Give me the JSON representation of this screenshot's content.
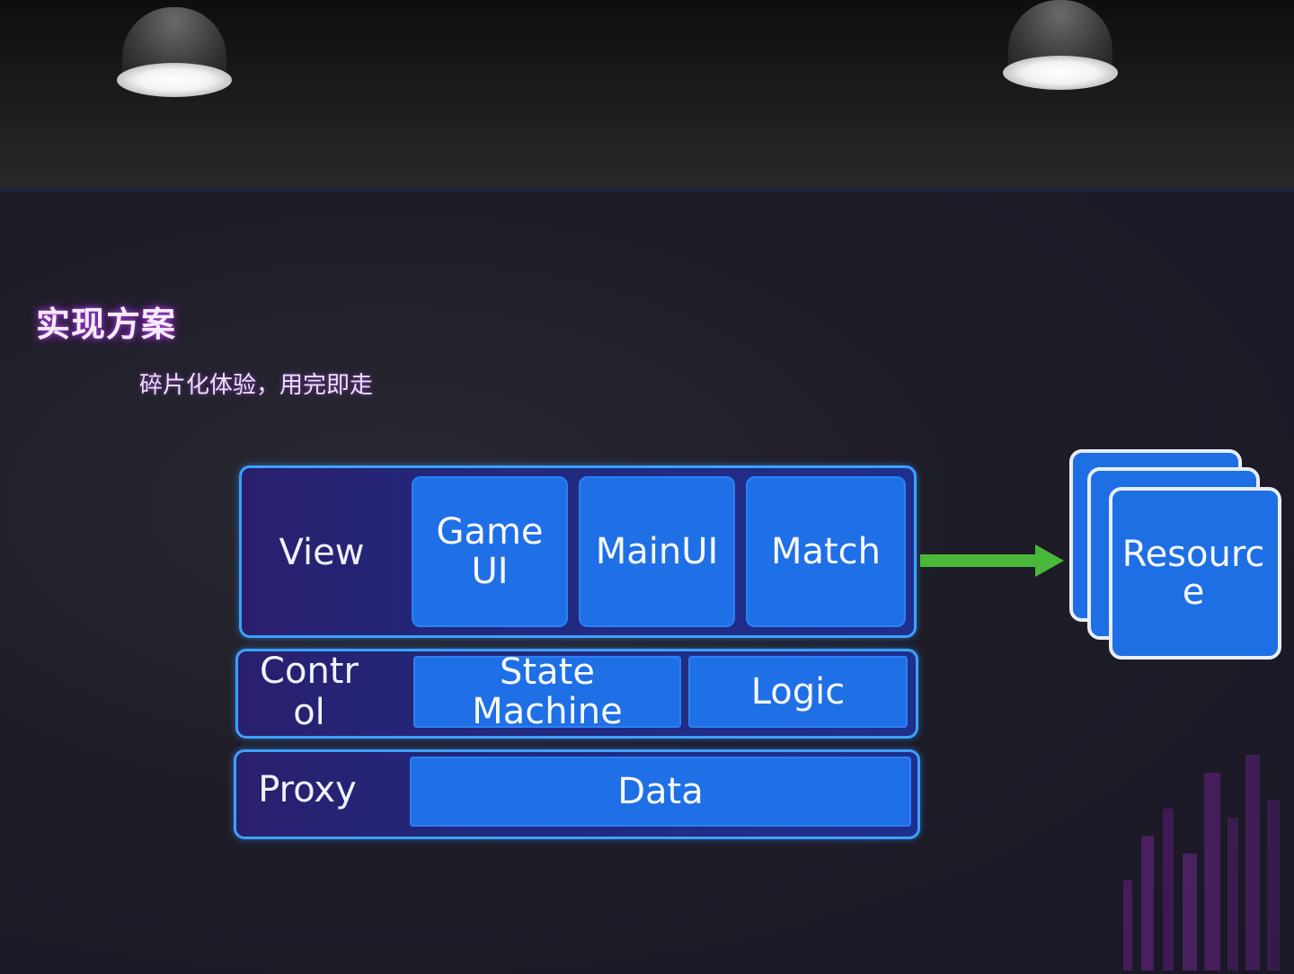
{
  "slide": {
    "title": "实现方案",
    "subtitle": "碎片化体验，用完即走"
  },
  "diagram": {
    "view_layer": {
      "label": "View",
      "blocks": [
        {
          "line1": "Game",
          "line2": "UI"
        },
        {
          "line1": "MainUI",
          "line2": ""
        },
        {
          "line1": "Match",
          "line2": ""
        }
      ]
    },
    "control_layer": {
      "label_line1": "Contr",
      "label_line2": "ol",
      "blocks": [
        {
          "line1": "State",
          "line2": "Machine"
        },
        {
          "line1": "Logic",
          "line2": ""
        }
      ]
    },
    "proxy_layer": {
      "label": "Proxy",
      "blocks": [
        {
          "line1": "Data",
          "line2": ""
        }
      ]
    },
    "resource": {
      "line1": "Resourc",
      "line2": "e"
    }
  },
  "colors": {
    "block_blue": "#1f6fe6",
    "layer_border": "#3aa2ff",
    "arrow_green": "#4ab83a",
    "title_glow": "#a23bd0"
  }
}
